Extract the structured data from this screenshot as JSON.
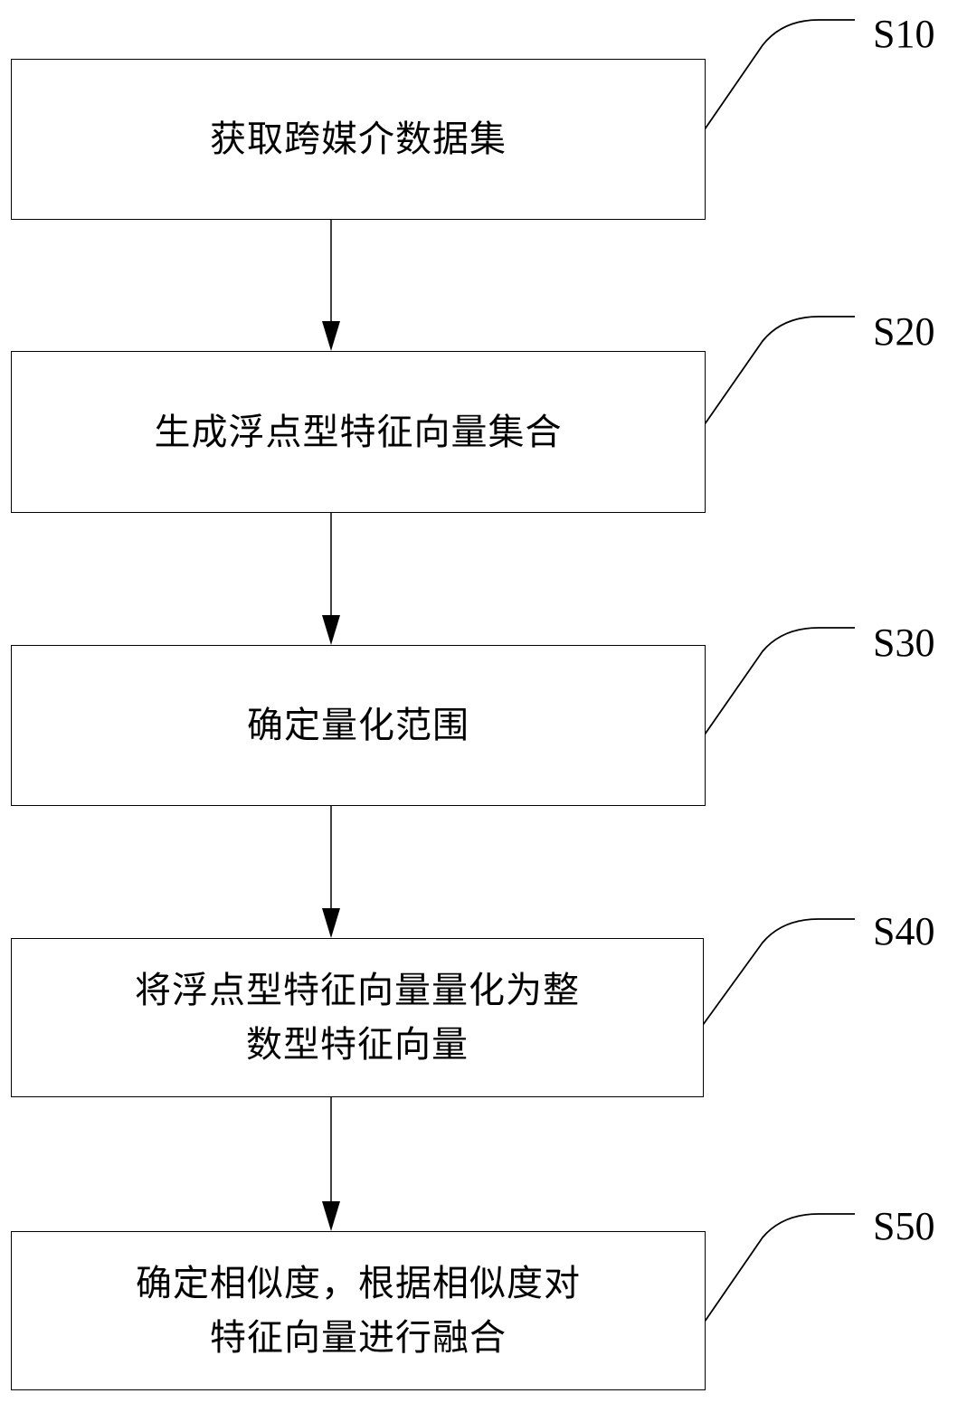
{
  "diagram": {
    "type": "flowchart",
    "direction": "top-to-bottom",
    "steps": [
      {
        "id": "S10",
        "label": "S10",
        "text": "获取跨媒介数据集"
      },
      {
        "id": "S20",
        "label": "S20",
        "text": "生成浮点型特征向量集合"
      },
      {
        "id": "S30",
        "label": "S30",
        "text": "确定量化范围"
      },
      {
        "id": "S40",
        "label": "S40",
        "text": "将浮点型特征向量量化为整\n数型特征向量"
      },
      {
        "id": "S50",
        "label": "S50",
        "text": "确定相似度，根据相似度对\n特征向量进行融合"
      }
    ],
    "edges": [
      {
        "from": "S10",
        "to": "S20"
      },
      {
        "from": "S20",
        "to": "S30"
      },
      {
        "from": "S30",
        "to": "S40"
      },
      {
        "from": "S40",
        "to": "S50"
      }
    ]
  }
}
